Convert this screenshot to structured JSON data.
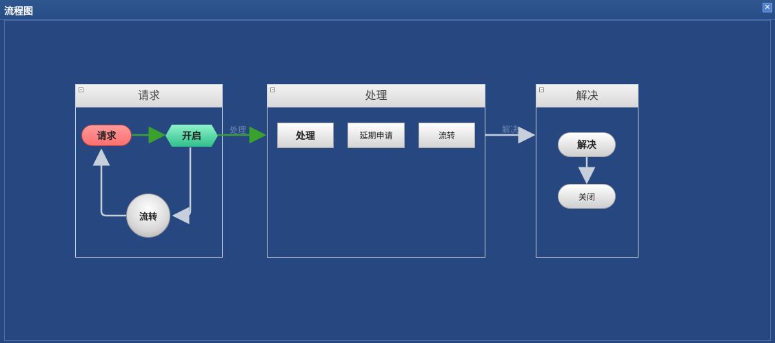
{
  "window": {
    "title": "流程图",
    "close_icon": "close-icon"
  },
  "lanes": {
    "request": {
      "title": "请求",
      "nodes": {
        "request": "请求",
        "open": "开启",
        "transfer": "流转"
      }
    },
    "process": {
      "title": "处理",
      "buttons": {
        "process": "处理",
        "extend": "延期申请",
        "transfer": "流转"
      }
    },
    "resolve": {
      "title": "解决",
      "nodes": {
        "resolve": "解决",
        "close": "关闭"
      }
    }
  },
  "edges": {
    "to_process_label": "处理",
    "to_resolve_label": "解决"
  },
  "colors": {
    "background": "#26477f",
    "green_arrow": "#3aa02e",
    "grey_arrow": "#c8cfdc"
  }
}
